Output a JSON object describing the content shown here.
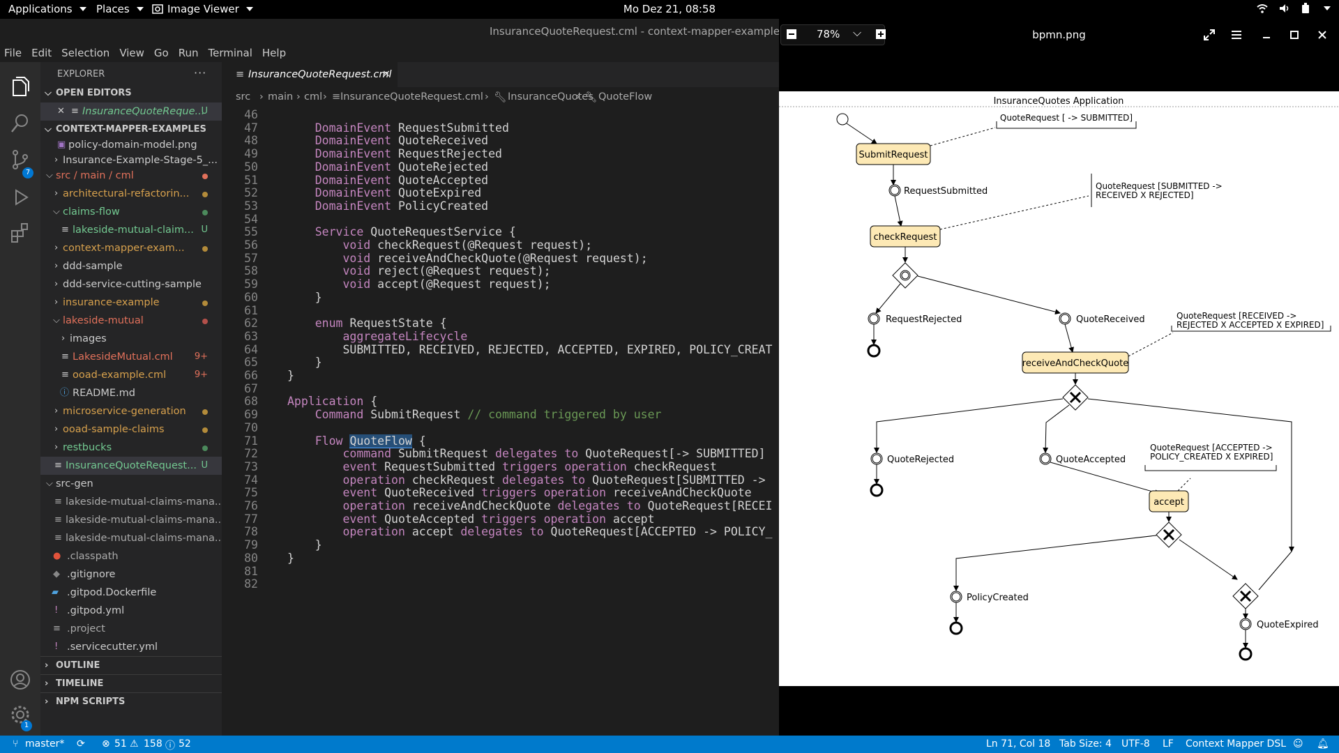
{
  "topbar": {
    "applications": "Applications",
    "places": "Places",
    "image_viewer": "Image Viewer",
    "clock": "Mo Dez 21, 08:58"
  },
  "vscode": {
    "window_title": "InsuranceQuoteRequest.cml - context-mapper-examples - Visu",
    "menu": [
      "File",
      "Edit",
      "Selection",
      "View",
      "Go",
      "Run",
      "Terminal",
      "Help"
    ],
    "scm_badge": "7",
    "settings_badge": "1",
    "explorer_title": "EXPLORER",
    "explorer_more": "···",
    "open_editors_header": "OPEN EDITORS",
    "open_editor_item": {
      "name": "InsuranceQuoteReque...",
      "status": "U"
    },
    "project_header": "CONTEXT-MAPPER-EXAMPLES",
    "tree": [
      {
        "name": "policy-domain-model.png",
        "status": ""
      },
      {
        "name": "Insurance-Example-Stage-5_...",
        "status": ""
      },
      {
        "name": "src / main / cml",
        "status": ""
      },
      {
        "name": "architectural-refactorin...",
        "status": ""
      },
      {
        "name": "claims-flow",
        "status": ""
      },
      {
        "name": "lakeside-mutual-claim...",
        "status": "U"
      },
      {
        "name": "context-mapper-exam...",
        "status": ""
      },
      {
        "name": "ddd-sample",
        "status": ""
      },
      {
        "name": "ddd-service-cutting-sample",
        "status": ""
      },
      {
        "name": "insurance-example",
        "status": ""
      },
      {
        "name": "lakeside-mutual",
        "status": ""
      },
      {
        "name": "images",
        "status": ""
      },
      {
        "name": "LakesideMutual.cml",
        "status": "9+"
      },
      {
        "name": "ooad-example.cml",
        "status": "9+"
      },
      {
        "name": "README.md",
        "status": ""
      },
      {
        "name": "microservice-generation",
        "status": ""
      },
      {
        "name": "ooad-sample-claims",
        "status": ""
      },
      {
        "name": "restbucks",
        "status": ""
      },
      {
        "name": "InsuranceQuoteRequest...",
        "status": "U"
      },
      {
        "name": "src-gen",
        "status": ""
      },
      {
        "name": "lakeside-mutual-claims-mana...",
        "status": ""
      },
      {
        "name": "lakeside-mutual-claims-mana...",
        "status": ""
      },
      {
        "name": "lakeside-mutual-claims-mana...",
        "status": ""
      },
      {
        "name": ".classpath",
        "status": ""
      },
      {
        "name": ".gitignore",
        "status": ""
      },
      {
        "name": ".gitpod.Dockerfile",
        "status": ""
      },
      {
        "name": ".gitpod.yml",
        "status": ""
      },
      {
        "name": ".project",
        "status": ""
      },
      {
        "name": ".servicecutter.yml",
        "status": ""
      }
    ],
    "bottom_sections": [
      "OUTLINE",
      "TIMELINE",
      "NPM SCRIPTS"
    ],
    "tab": {
      "title": "InsuranceQuoteRequest.cml",
      "close": "×"
    },
    "breadcrumb": [
      "src",
      "main",
      "cml",
      "InsuranceQuoteRequest.cml",
      "InsuranceQuotes",
      "QuoteFlow"
    ],
    "code_lines": [
      {
        "n": "46",
        "t": ""
      },
      {
        "n": "47",
        "t": "    DomainEvent RequestSubmitted"
      },
      {
        "n": "48",
        "t": "    DomainEvent QuoteReceived"
      },
      {
        "n": "49",
        "t": "    DomainEvent RequestRejected"
      },
      {
        "n": "50",
        "t": "    DomainEvent QuoteRejected"
      },
      {
        "n": "51",
        "t": "    DomainEvent QuoteAccepted"
      },
      {
        "n": "52",
        "t": "    DomainEvent QuoteExpired"
      },
      {
        "n": "53",
        "t": "    DomainEvent PolicyCreated"
      },
      {
        "n": "54",
        "t": ""
      },
      {
        "n": "55",
        "t": "    Service QuoteRequestService {"
      },
      {
        "n": "56",
        "t": "        void checkRequest(@Request request);"
      },
      {
        "n": "57",
        "t": "        void receiveAndCheckQuote(@Request request);"
      },
      {
        "n": "58",
        "t": "        void reject(@Request request);"
      },
      {
        "n": "59",
        "t": "        void accept(@Request request);"
      },
      {
        "n": "60",
        "t": "    }"
      },
      {
        "n": "61",
        "t": ""
      },
      {
        "n": "62",
        "t": "    enum RequestState {"
      },
      {
        "n": "63",
        "t": "        aggregateLifecycle"
      },
      {
        "n": "64",
        "t": "        SUBMITTED, RECEIVED, REJECTED, ACCEPTED, EXPIRED, POLICY_CREAT"
      },
      {
        "n": "65",
        "t": "    }"
      },
      {
        "n": "66",
        "t": "}"
      },
      {
        "n": "67",
        "t": ""
      },
      {
        "n": "68",
        "t": "Application {"
      },
      {
        "n": "69",
        "t": "    Command SubmitRequest // command triggered by user"
      },
      {
        "n": "70",
        "t": ""
      },
      {
        "n": "71",
        "t": "    Flow QuoteFlow {"
      },
      {
        "n": "72",
        "t": "        command SubmitRequest delegates to QuoteRequest[-> SUBMITTED]"
      },
      {
        "n": "73",
        "t": "        event RequestSubmitted triggers operation checkRequest"
      },
      {
        "n": "74",
        "t": "        operation checkRequest delegates to QuoteRequest[SUBMITTED ->"
      },
      {
        "n": "75",
        "t": "        event QuoteReceived triggers operation receiveAndCheckQuote"
      },
      {
        "n": "76",
        "t": "        operation receiveAndCheckQuote delegates to QuoteRequest[RECEI"
      },
      {
        "n": "77",
        "t": "        event QuoteAccepted triggers operation accept"
      },
      {
        "n": "78",
        "t": "        operation accept delegates to QuoteRequest[ACCEPTED -> POLICY_"
      },
      {
        "n": "79",
        "t": "    }"
      },
      {
        "n": "80",
        "t": "}"
      },
      {
        "n": "81",
        "t": ""
      },
      {
        "n": "82",
        "t": ""
      }
    ]
  },
  "statusbar": {
    "branch": "master*",
    "errors": "51",
    "warnings": "158",
    "infos": "52",
    "position": "Ln 71, Col 18",
    "tab_size": "Tab Size: 4",
    "encoding": "UTF-8",
    "eol": "LF",
    "language": "Context Mapper DSL"
  },
  "viewer": {
    "zoom": "78%",
    "filename": "bpmn.png",
    "diagram": {
      "title": "InsuranceQuotes Application",
      "tasks": [
        "SubmitRequest",
        "checkRequest",
        "receiveAndCheckQuote",
        "accept"
      ],
      "events": [
        "RequestSubmitted",
        "RequestRejected",
        "QuoteReceived",
        "QuoteRejected",
        "QuoteAccepted",
        "PolicyCreated",
        "QuoteExpired"
      ],
      "notes": [
        "QuoteRequest [ -> SUBMITTED]",
        "QuoteRequest [SUBMITTED ->",
        "RECEIVED X REJECTED]",
        "QuoteRequest [RECEIVED ->",
        "REJECTED X ACCEPTED X EXPIRED]",
        "QuoteRequest [ACCEPTED ->",
        "POLICY_CREATED X EXPIRED]"
      ]
    }
  }
}
